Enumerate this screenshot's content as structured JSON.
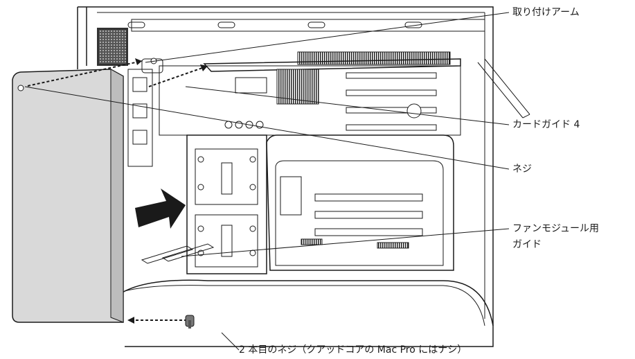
{
  "callouts": {
    "mounting_arm": "取り付けアーム",
    "card_guide": "カードガイド 4",
    "screw": "ネジ",
    "fan_guide_line1": "ファンモジュール用",
    "fan_guide_line2": "ガイド",
    "second_screw": "2 本目のネジ（クアッドコアの Mac Pro にはナシ）"
  }
}
